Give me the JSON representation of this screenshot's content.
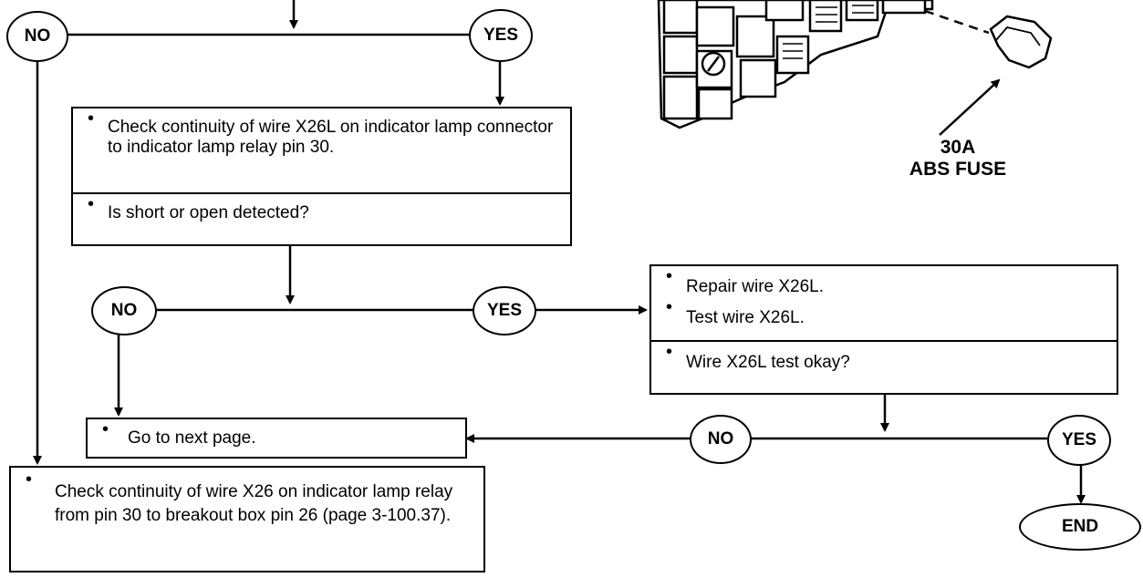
{
  "decisions": {
    "top_no": "NO",
    "top_yes": "YES",
    "mid_no": "NO",
    "mid_yes": "YES",
    "low_no": "NO",
    "low_yes": "YES",
    "end": "END"
  },
  "box_check_x26l": {
    "step": "Check continuity of wire X26L on indicator lamp connector to indicator lamp relay pin 30.",
    "question": "Is short or open detected?"
  },
  "box_repair": {
    "step1": "Repair wire X26L.",
    "step2": "Test wire X26L.",
    "question": "Wire X26L test okay?"
  },
  "box_next": {
    "step": "Go to next page."
  },
  "box_check_x26": {
    "step": "Check continuity of wire X26 on indicator lamp relay from pin 30 to breakout box pin 26 (page 3-100.37)."
  },
  "fuse": {
    "rating": "30A",
    "name": "ABS FUSE"
  }
}
